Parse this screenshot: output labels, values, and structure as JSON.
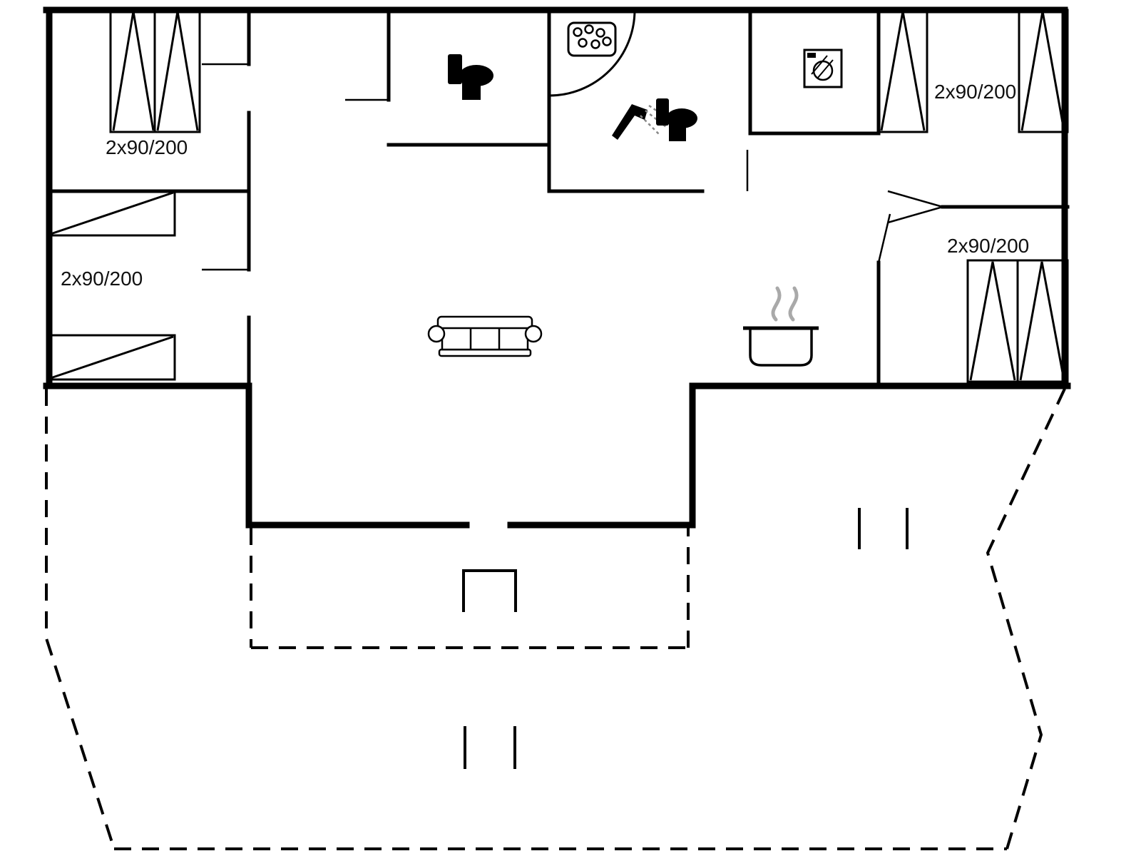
{
  "plan": {
    "type": "floor-plan",
    "background_color": "#ffffff",
    "wall_color": "#000000",
    "steam_color": "#a9a9a9",
    "labels": {
      "bed_top_left": "2x90/200",
      "bed_left_middle": "2x90/200",
      "bed_top_right": "2x90/200",
      "bed_bottom_right": "2x90/200"
    },
    "icons": [
      "double-bed-icon",
      "single-bed-icon",
      "toilet-icon",
      "washbasin-icon",
      "shower-arc-icon",
      "shower-head-icon",
      "washing-machine-icon",
      "sofa-icon",
      "cooking-pot-icon",
      "steam-icon",
      "terrace-step-icon"
    ]
  }
}
